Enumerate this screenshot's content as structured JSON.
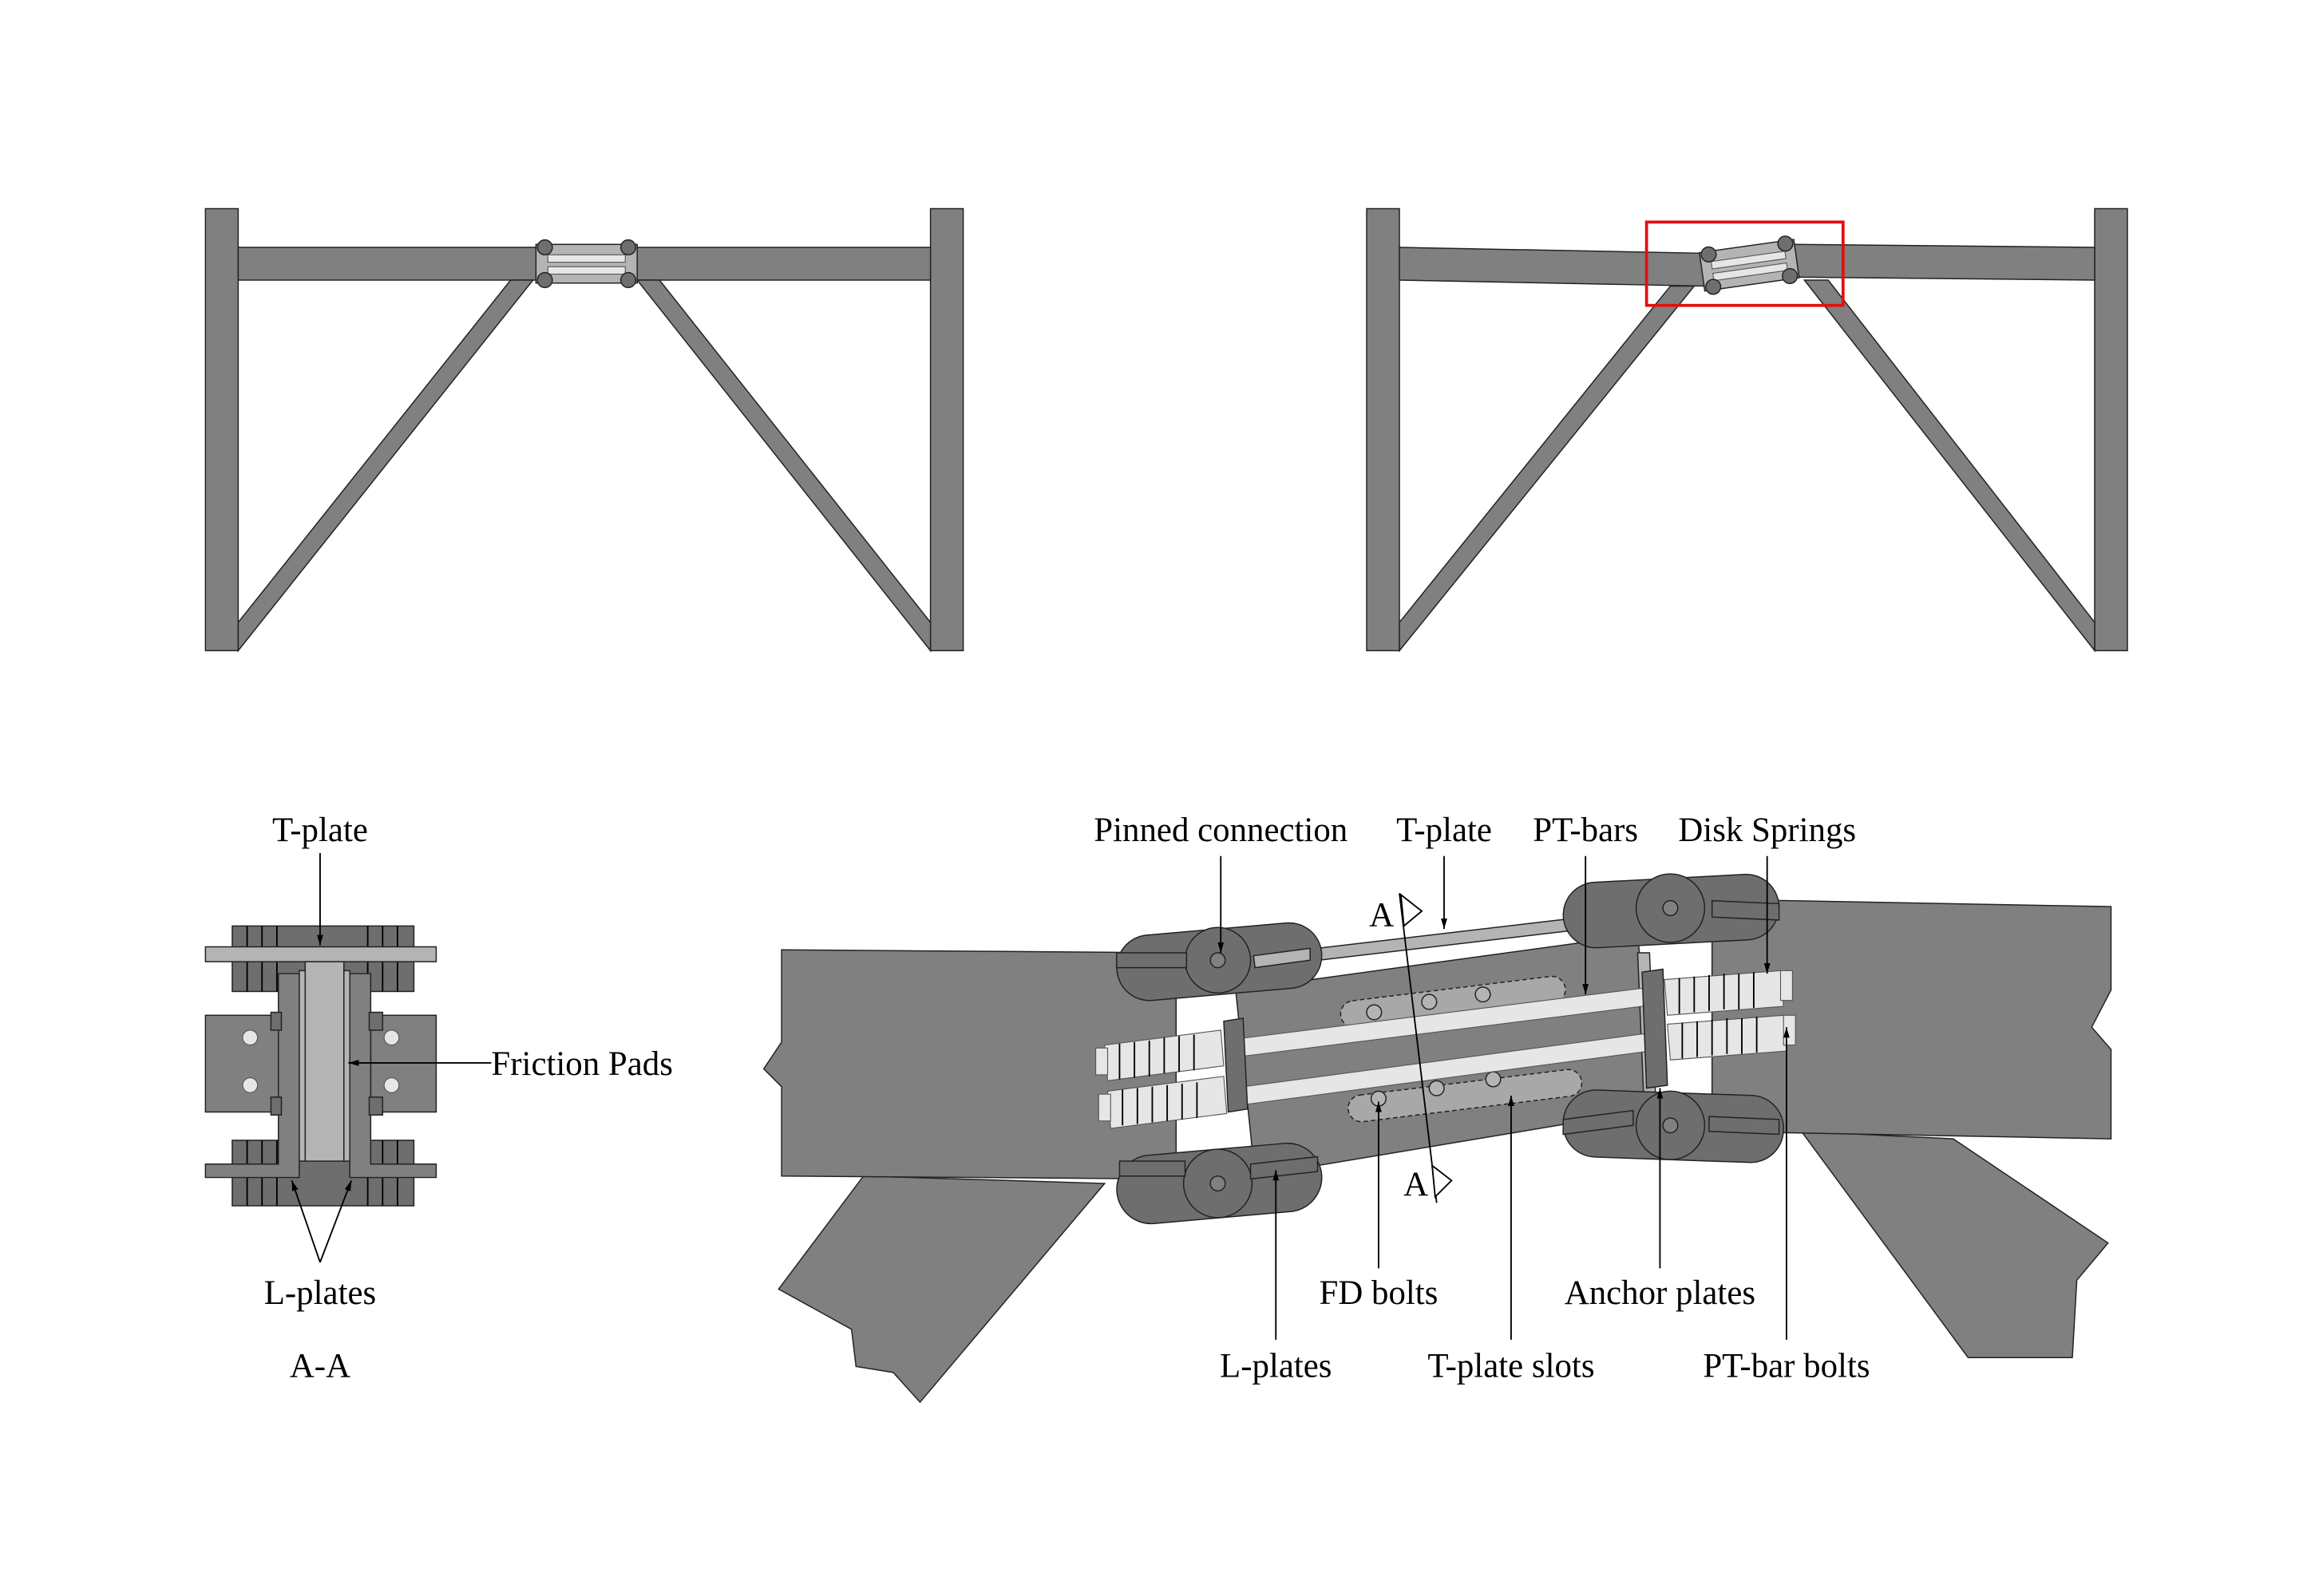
{
  "highlight_color": "#e01010",
  "steel_color": "#808080",
  "section_view": {
    "labels": {
      "t_plate": "T-plate",
      "friction_pads": "Friction Pads",
      "l_plates": "L-plates",
      "section_title": "A-A"
    }
  },
  "detail_view": {
    "section_marker": "A",
    "labels": {
      "pinned_connection": "Pinned connection",
      "t_plate": "T-plate",
      "pt_bars": "PT-bars",
      "disk_springs": "Disk Springs",
      "fd_bolts": "FD bolts",
      "anchor_plates": "Anchor plates",
      "l_plates": "L-plates",
      "t_plate_slots": "T-plate slots",
      "pt_bar_bolts": "PT-bar bolts"
    }
  }
}
